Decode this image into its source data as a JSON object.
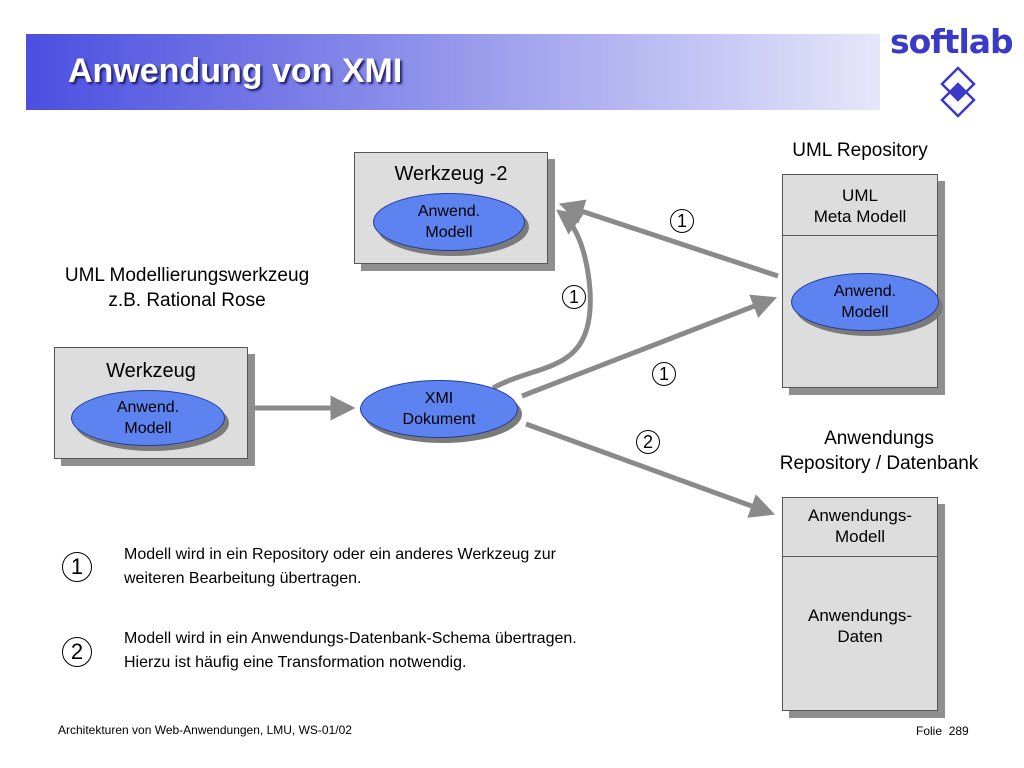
{
  "slide": {
    "title": "Anwendung von XMI"
  },
  "logo": {
    "text": "softlab",
    "icon": "softlab-cube-icon"
  },
  "labels": {
    "uml_tool_line1": "UML Modellierungswerkzeug",
    "uml_tool_line2": "z.B. Rational Rose",
    "uml_repository": "UML Repository",
    "app_repo_line1": "Anwendungs",
    "app_repo_line2": "Repository  / Datenbank"
  },
  "werkzeug": {
    "title": "Werkzeug",
    "model_line1": "Anwend.",
    "model_line2": "Modell"
  },
  "werkzeug2": {
    "title": "Werkzeug -2",
    "model_line1": "Anwend.",
    "model_line2": "Modell"
  },
  "xmi": {
    "line1": "XMI",
    "line2": "Dokument"
  },
  "uml_repo": {
    "meta_line1": "UML",
    "meta_line2": "Meta Modell",
    "model_line1": "Anwend.",
    "model_line2": "Modell"
  },
  "app_repo": {
    "model_line1": "Anwendungs-",
    "model_line2": "Modell",
    "data_line1": "Anwendungs-",
    "data_line2": "Daten"
  },
  "arrow_markers": {
    "m1": "1",
    "m2": "1",
    "m3": "1",
    "m4": "2"
  },
  "legend": [
    {
      "marker": "1",
      "line1": "Modell wird in ein Repository oder ein anderes Werkzeug zur",
      "line2": "weiteren Bearbeitung übertragen."
    },
    {
      "marker": "2",
      "line1": "Modell wird in ein Anwendungs-Datenbank-Schema übertragen.",
      "line2": "Hierzu ist häufig eine Transformation notwendig."
    }
  ],
  "footer": {
    "left": "Architekturen von Web-Anwendungen, LMU, WS-01/02",
    "folie_label": "Folie",
    "page_number": "289"
  },
  "colors": {
    "ellipse": "#5d83f0",
    "box": "#dddddd",
    "arrow": "#8a8a8a",
    "title_start": "#4b4fe0",
    "logo": "#3a3ac8"
  }
}
